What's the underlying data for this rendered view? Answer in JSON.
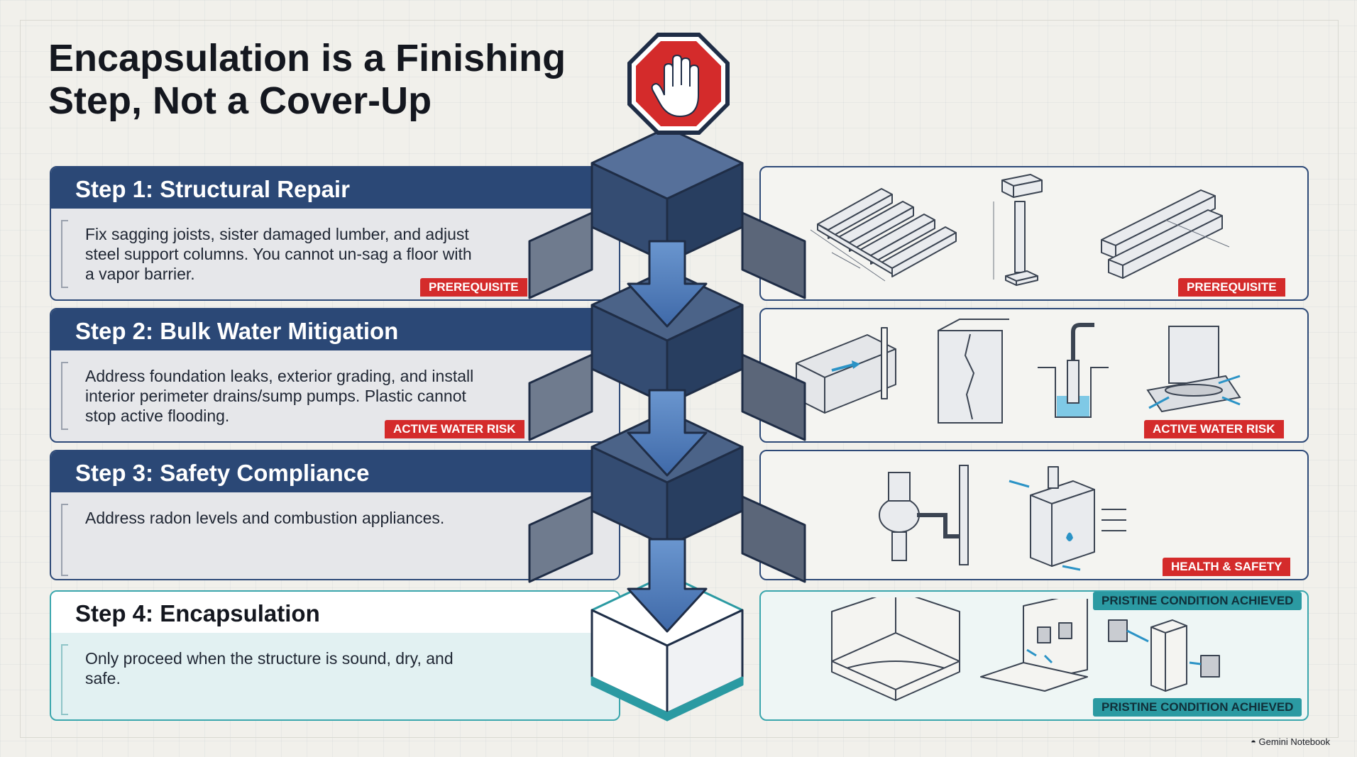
{
  "title": "Encapsulation is a Finishing Step, Not a Cover-Up",
  "stop_sign": {
    "icon": "hand-stop-icon",
    "color": "#d42b2b"
  },
  "steps": [
    {
      "title": "Step 1: Structural Repair",
      "description": "Fix sagging joists, sister damaged lumber, and adjust steel support columns. You cannot un-sag a floor with a vapor barrier.",
      "tag_left": "PREREQUISITE",
      "tag_right": "PREREQUISITE",
      "illustrations": [
        "floor-joists-icon",
        "steel-support-column-icon",
        "sistered-beam-icon"
      ]
    },
    {
      "title": "Step 2: Bulk Water Mitigation",
      "description": "Address foundation leaks, exterior grading, and install interior perimeter drains/sump pumps. Plastic cannot stop active flooding.",
      "tag_left": "ACTIVE WATER RISK",
      "tag_right": "ACTIVE WATER RISK",
      "illustrations": [
        "exterior-grading-icon",
        "foundation-crack-icon",
        "sump-pump-icon",
        "perimeter-drain-icon"
      ]
    },
    {
      "title": "Step 3: Safety Compliance",
      "description": "Address radon levels and combustion appliances.",
      "tag_right": "HEALTH & SAFETY",
      "illustrations": [
        "radon-mitigation-fan-icon",
        "combustion-appliance-icon"
      ]
    },
    {
      "title": "Step 4: Encapsulation",
      "description": "Only proceed when the structure is sound, dry, and safe.",
      "tag_top": "PRISTINE CONDITION ACHIEVED",
      "tag_bottom": "PRISTINE CONDITION ACHIEVED",
      "illustrations": [
        "encapsulated-crawlspace-icon",
        "sealed-vents-icon",
        "dehumidifier-icon"
      ]
    }
  ],
  "colors": {
    "navy": "#2b4876",
    "tag_red": "#d42b2b",
    "teal": "#2b9aa2",
    "arrow_blue": "#4a78b8"
  },
  "footer": {
    "brand": "Gemini Notebook"
  }
}
